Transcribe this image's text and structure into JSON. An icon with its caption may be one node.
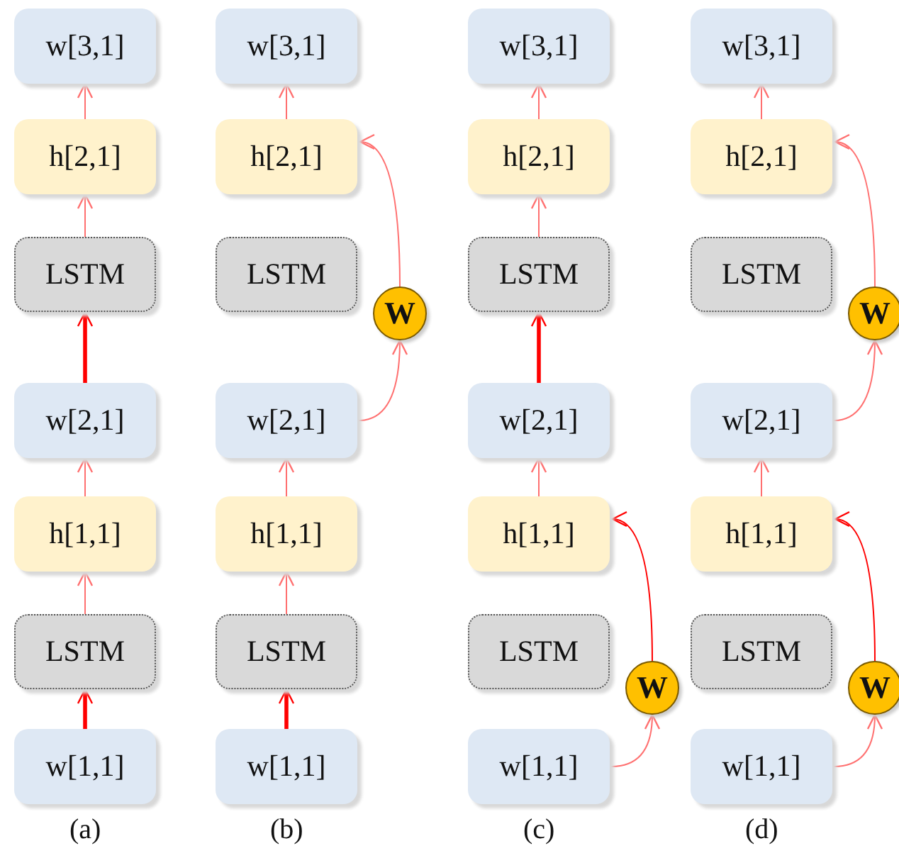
{
  "diagram": {
    "nodes": [
      {
        "text": [
          "w[3,1]"
        ]
      },
      {
        "text": [
          "h[2,1]"
        ]
      },
      {
        "text": [
          "LSTM"
        ]
      },
      {
        "text": [
          "w[2,1]"
        ]
      },
      {
        "text": [
          "h[1,1]"
        ]
      },
      {
        "text": [
          "LSTM"
        ]
      },
      {
        "text": [
          "w[1,1]"
        ]
      },
      {
        "text": [
          "w[3,1]"
        ]
      },
      {
        "text": [
          "h[2,1]"
        ]
      },
      {
        "text": [
          "LSTM"
        ]
      },
      {
        "text": [
          "W"
        ]
      },
      {
        "text": [
          "w[2,1]"
        ]
      },
      {
        "text": [
          "h[1,1]"
        ]
      },
      {
        "text": [
          "LSTM"
        ]
      },
      {
        "text": [
          "w[1,1]"
        ]
      },
      {
        "text": [
          "w[3,1]"
        ]
      },
      {
        "text": [
          "h[2,1]"
        ]
      },
      {
        "text": [
          "LSTM"
        ]
      },
      {
        "text": [
          "w[2,1]"
        ]
      },
      {
        "text": [
          "h[1,1]"
        ]
      },
      {
        "text": [
          "LSTM"
        ]
      },
      {
        "text": [
          "W"
        ]
      },
      {
        "text": [
          "w[1,1]"
        ]
      },
      {
        "text": [
          "w[3,1]"
        ]
      },
      {
        "text": [
          "h[2,1]"
        ]
      },
      {
        "text": [
          "LSTM"
        ]
      },
      {
        "text": [
          "W"
        ]
      },
      {
        "text": [
          "w[2,1]"
        ]
      },
      {
        "text": [
          "h[1,1]"
        ]
      },
      {
        "text": [
          "LSTM"
        ]
      },
      {
        "text": [
          "W"
        ]
      },
      {
        "text": [
          "w[1,1]"
        ]
      }
    ],
    "edges": [
      {
        "from": 6,
        "to": 5,
        "arrow": "to",
        "style": "thick",
        "color": "#ff0000"
      },
      {
        "from": 5,
        "to": 4,
        "arrow": "to"
      },
      {
        "from": 4,
        "to": 3,
        "arrow": "to"
      },
      {
        "from": 3,
        "to": 2,
        "arrow": "to",
        "style": "thick",
        "color": "#ff0000"
      },
      {
        "from": 2,
        "to": 1,
        "arrow": "to"
      },
      {
        "from": 1,
        "to": 0,
        "arrow": "to"
      },
      {
        "from": 14,
        "to": 13,
        "arrow": "to",
        "style": "thick",
        "color": "#ff0000"
      },
      {
        "from": 13,
        "to": 12,
        "arrow": "to"
      },
      {
        "from": 12,
        "to": 11,
        "arrow": "to"
      },
      {
        "from": 11,
        "to": 10,
        "arrow": "to"
      },
      {
        "from": 10,
        "to": 8,
        "arrow": "to"
      },
      {
        "from": 8,
        "to": 7,
        "arrow": "to"
      },
      {
        "from": 22,
        "to": 21,
        "arrow": "to"
      },
      {
        "from": 21,
        "to": 19,
        "arrow": "to",
        "color": "#ff0000"
      },
      {
        "from": 19,
        "to": 18,
        "arrow": "to"
      },
      {
        "from": 18,
        "to": 17,
        "arrow": "to",
        "style": "thick",
        "color": "#ff0000"
      },
      {
        "from": 17,
        "to": 16,
        "arrow": "to"
      },
      {
        "from": 16,
        "to": 15,
        "arrow": "to"
      },
      {
        "from": 31,
        "to": 30,
        "arrow": "to"
      },
      {
        "from": 30,
        "to": 28,
        "arrow": "to",
        "color": "#ff0000"
      },
      {
        "from": 28,
        "to": 27,
        "arrow": "to"
      },
      {
        "from": 27,
        "to": 26,
        "arrow": "to"
      },
      {
        "from": 26,
        "to": 24,
        "arrow": "to"
      },
      {
        "from": 24,
        "to": 23,
        "arrow": "to"
      }
    ],
    "labels": [
      "(a)",
      "(b)",
      "(c)",
      "(d)"
    ]
  }
}
